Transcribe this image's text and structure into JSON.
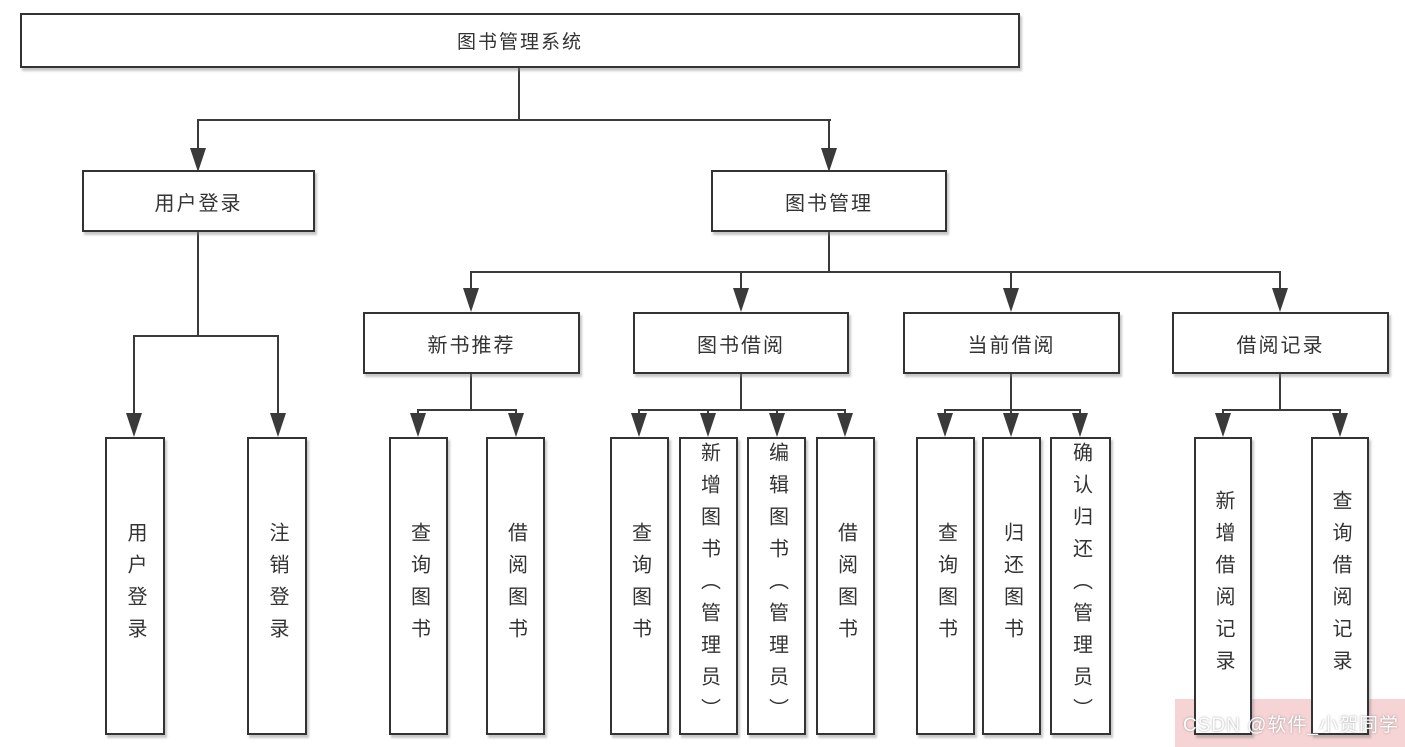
{
  "diagram": {
    "root": {
      "label": "图书管理系统",
      "children": [
        {
          "label": "用户登录",
          "children": [
            {
              "label": "用户登录"
            },
            {
              "label": "注销登录"
            }
          ]
        },
        {
          "label": "图书管理",
          "children": [
            {
              "label": "新书推荐",
              "children": [
                {
                  "label": "查询图书"
                },
                {
                  "label": "借阅图书"
                }
              ]
            },
            {
              "label": "图书借阅",
              "children": [
                {
                  "label": "查询图书"
                },
                {
                  "label": "新增图书（管理员）"
                },
                {
                  "label": "编辑图书（管理员）"
                },
                {
                  "label": "借阅图书"
                }
              ]
            },
            {
              "label": "当前借阅",
              "children": [
                {
                  "label": "查询图书"
                },
                {
                  "label": "归还图书"
                },
                {
                  "label": "确认归还（管理员）"
                }
              ]
            },
            {
              "label": "借阅记录",
              "children": [
                {
                  "label": "新增借阅记录"
                },
                {
                  "label": "查询借阅记录"
                }
              ]
            }
          ]
        }
      ]
    },
    "colors": {
      "line": "#3a3a3a",
      "box_border": "#333333",
      "box_fill": "#ffffff",
      "text": "#333333"
    }
  },
  "watermark": {
    "text": "CSDN @软件_小贺同学",
    "band_color": "#f6d3d4",
    "text_color": "#ffffff"
  }
}
